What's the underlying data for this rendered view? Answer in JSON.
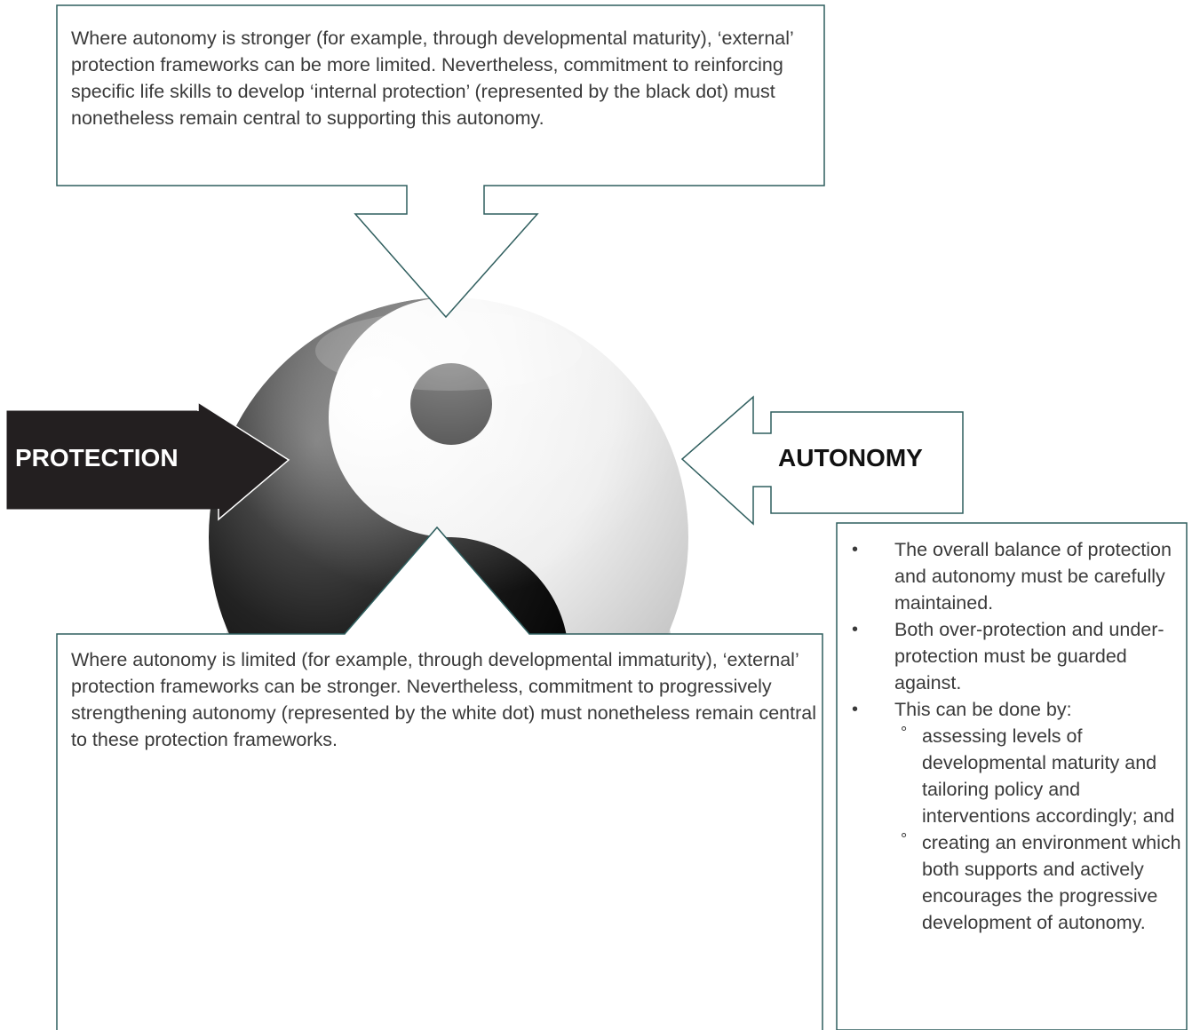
{
  "top_box": {
    "text": "Where autonomy is stronger (for example, through developmental maturity), ‘external’ protection frameworks can be more limited. Nevertheless, commitment to reinforcing specific life skills to develop ‘internal protection’ (represented by the black dot) must nonetheless remain central to supporting this autonomy."
  },
  "bottom_box": {
    "text": "Where autonomy is limited (for example, through developmental immaturity), ‘external’ protection frameworks can be stronger. Nevertheless, commitment to progressively strengthening autonomy (represented by the white dot) must nonetheless remain central to these protection frameworks."
  },
  "left_arrow": {
    "label": "PROTECTION",
    "fill": "#231f20"
  },
  "right_arrow": {
    "label": "AUTONOMY",
    "fill": "#ffffff"
  },
  "side_box": {
    "bullets": [
      "The overall balance of protection and autonomy must be carefully maintained.",
      "Both over-protection and under-protection must be guarded against.",
      "This can be done by:"
    ],
    "sub_bullets": [
      "assessing levels of developmental maturity and tailoring policy and interventions accordingly; and",
      "creating an environment which both supports and actively encourages the progressive development of autonomy."
    ],
    "bullet_glyph": "•",
    "sub_bullet_glyph": "°"
  },
  "colors": {
    "outline": "#2f5e5e",
    "text": "#3a3a3a",
    "dark": "#111111",
    "light": "#f2f2f2"
  }
}
